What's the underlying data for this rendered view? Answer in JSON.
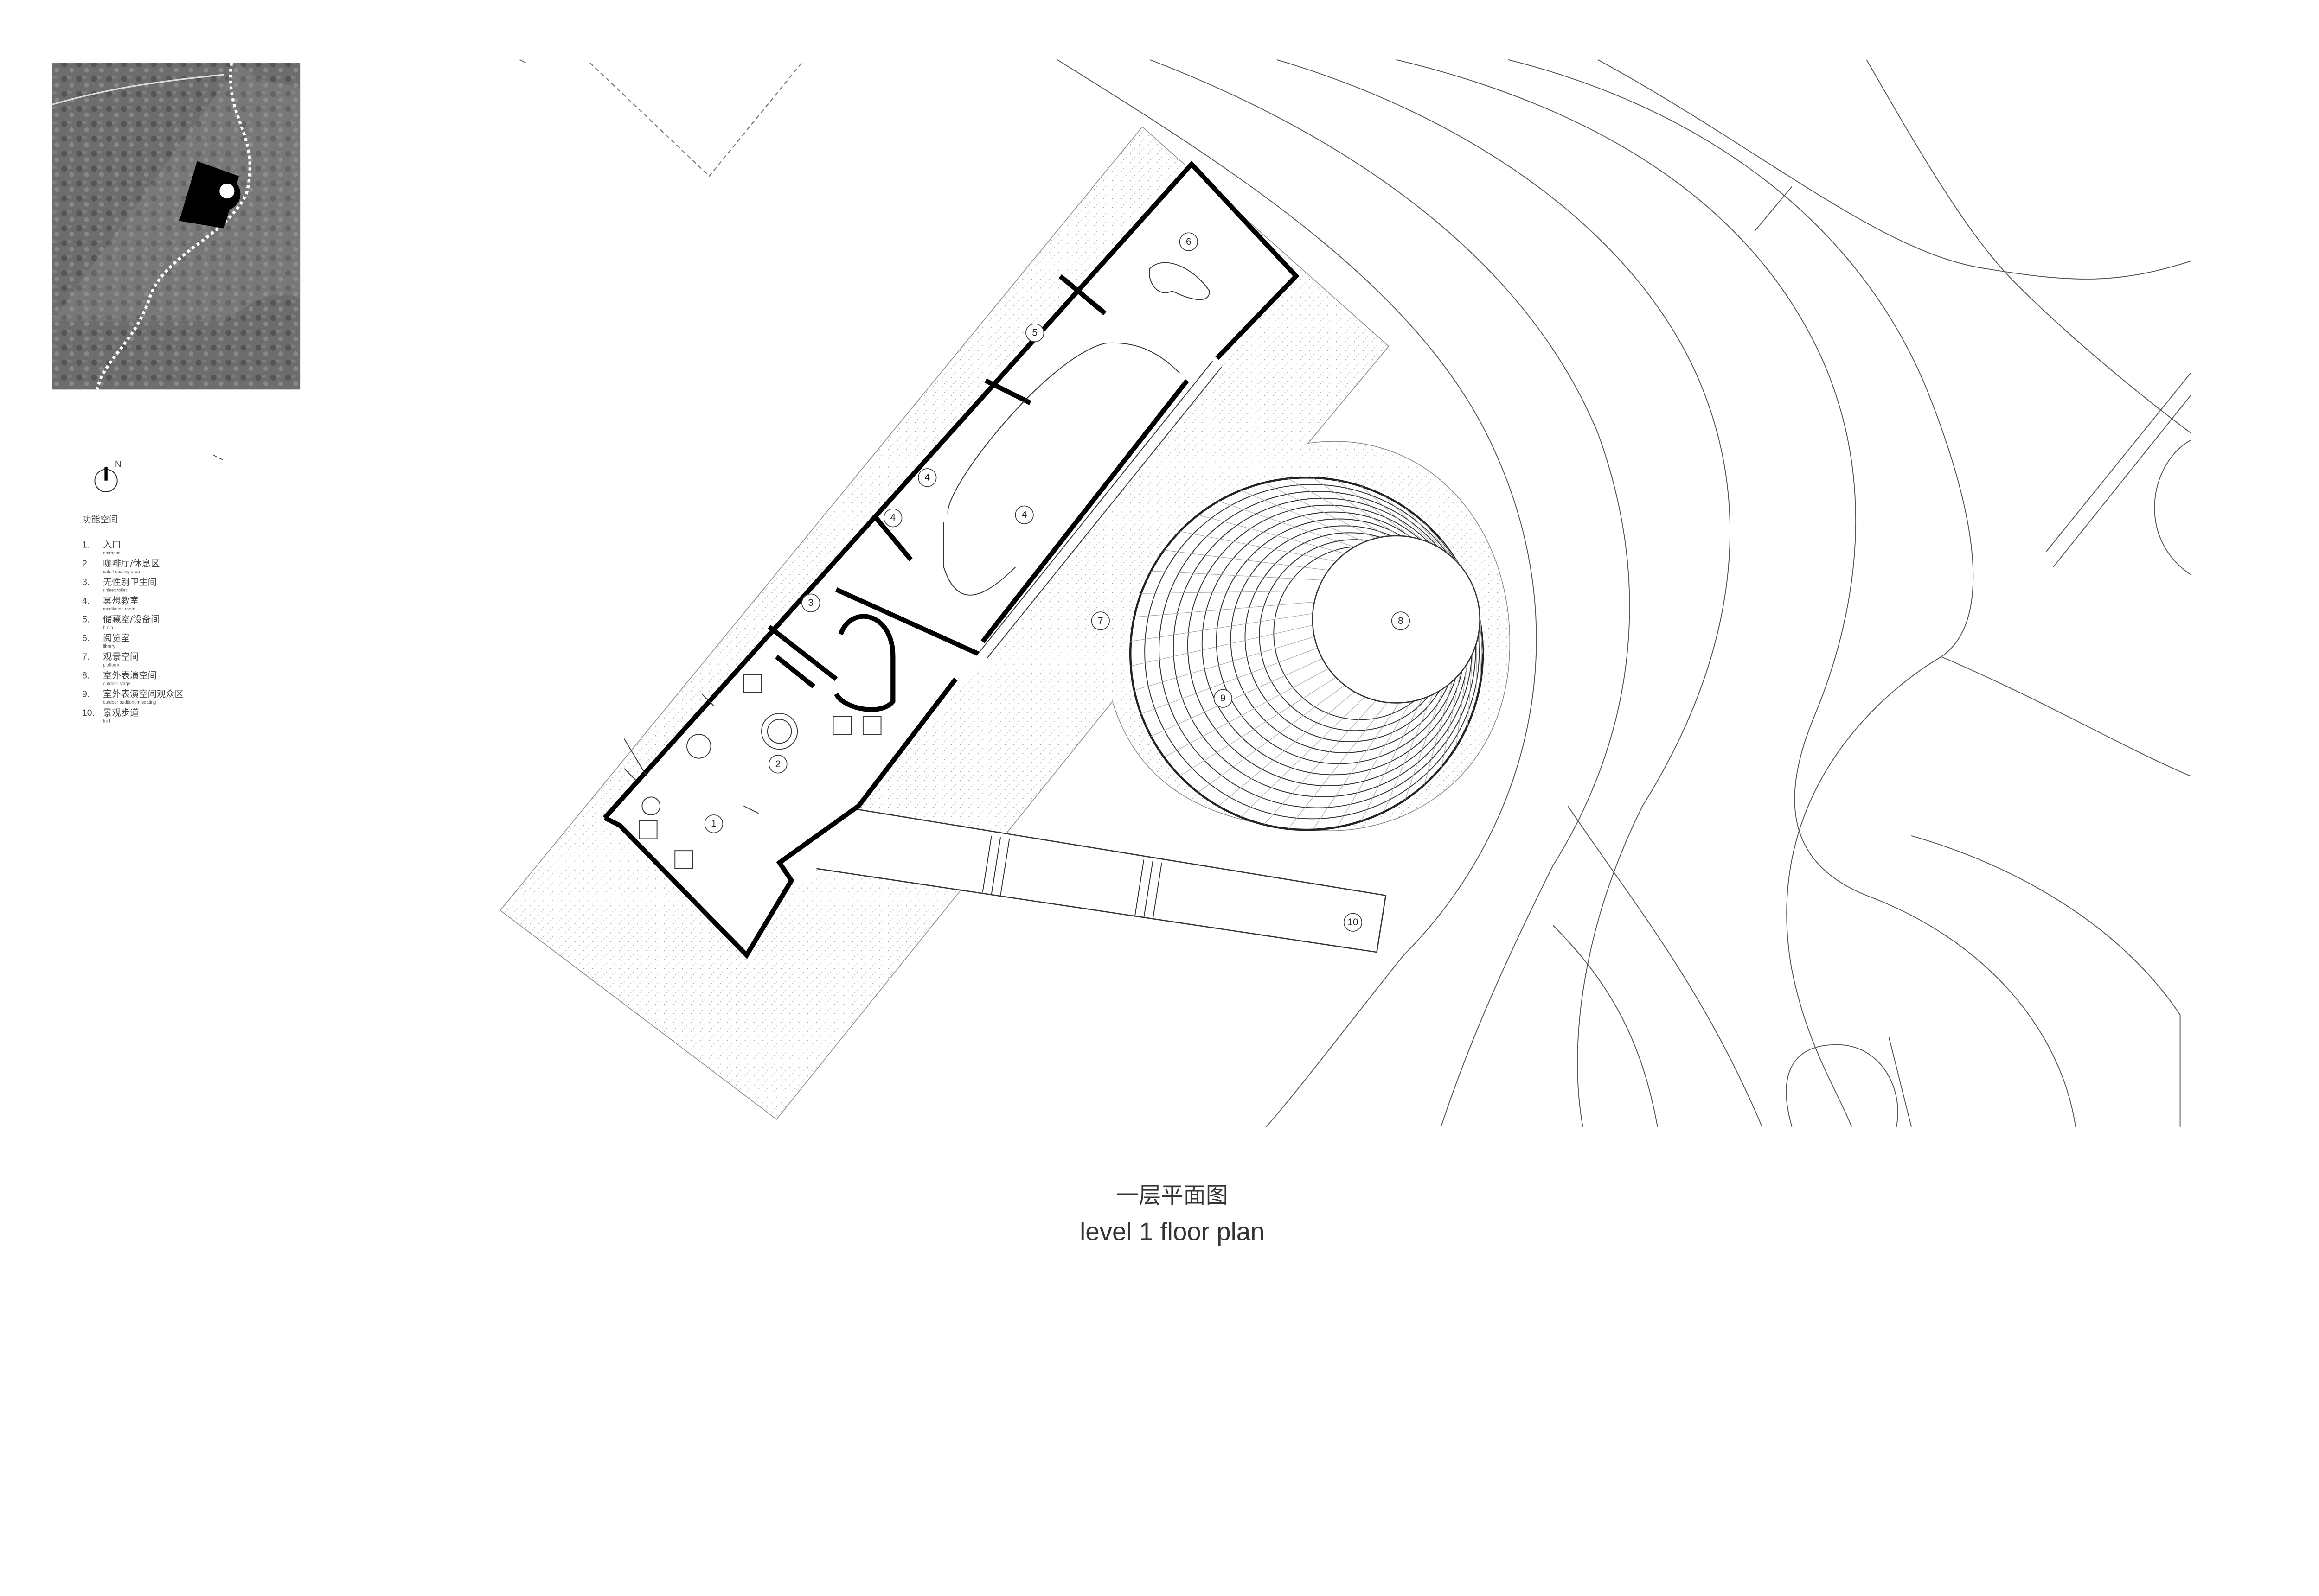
{
  "title": {
    "zh": "一层平面图",
    "en": "level 1 floor plan"
  },
  "north_label": "N",
  "legend": {
    "heading": "功能空间",
    "items": [
      {
        "num": "1.",
        "zh": "入口",
        "en": "entrance"
      },
      {
        "num": "2.",
        "zh": "咖啡厅/休息区",
        "en": "cafe / seating area"
      },
      {
        "num": "3.",
        "zh": "无性别卫生间",
        "en": "unisex toilet"
      },
      {
        "num": "4.",
        "zh": "冥想教室",
        "en": "meditation room"
      },
      {
        "num": "5.",
        "zh": "储藏室/设备间",
        "en": "b.o.h"
      },
      {
        "num": "6.",
        "zh": "阅览室",
        "en": "library"
      },
      {
        "num": "7.",
        "zh": "观景空间",
        "en": "platform"
      },
      {
        "num": "8.",
        "zh": "室外表演空间",
        "en": "outdoor stage"
      },
      {
        "num": "9.",
        "zh": "室外表演空间观众区",
        "en": "outdoor auditorium seating"
      },
      {
        "num": "10.",
        "zh": "景观步道",
        "en": "trail"
      }
    ]
  },
  "room_tags": [
    "1",
    "2",
    "3",
    "4",
    "4",
    "4",
    "5",
    "6",
    "7",
    "8",
    "9",
    "10"
  ]
}
